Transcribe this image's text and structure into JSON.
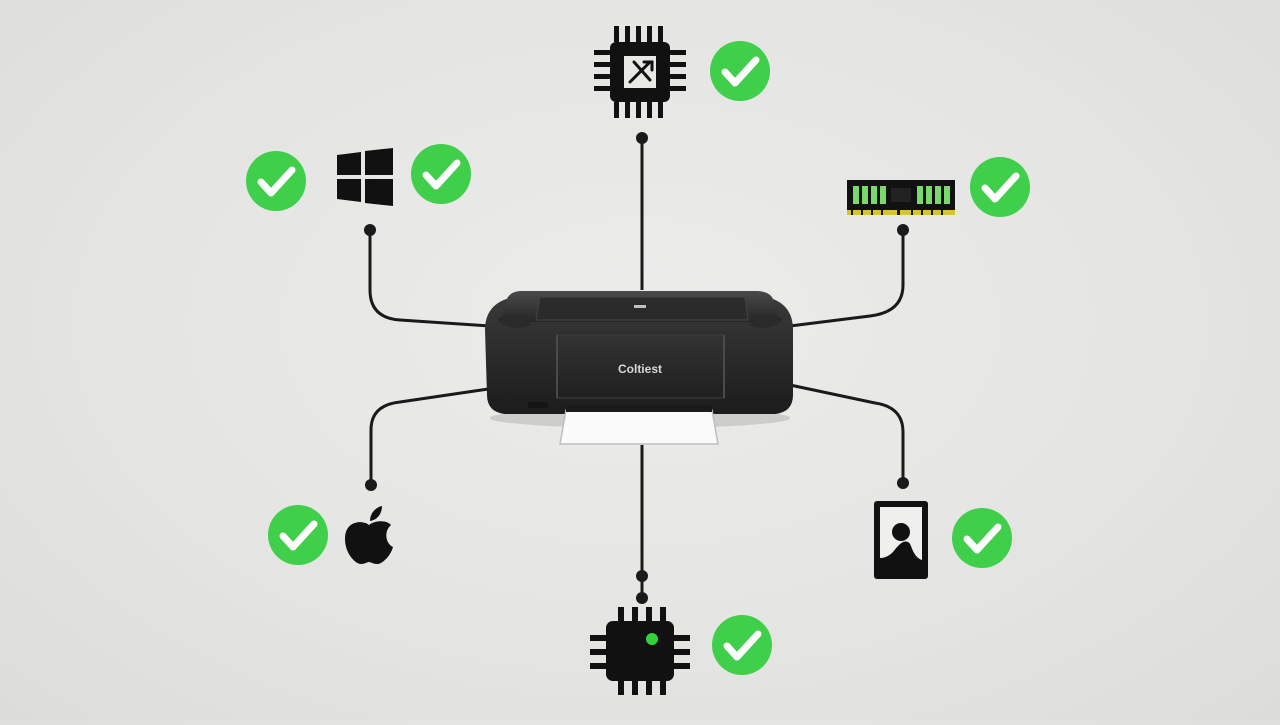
{
  "diagram": {
    "printer_brand_label": "Coltiest",
    "colors": {
      "check_green": "#3fcf4a",
      "icon_black": "#111111",
      "line_black": "#1a1a1a",
      "ram_green": "#7bd86a",
      "ram_gold": "#d7c23a",
      "led_green": "#32d23c"
    },
    "components": [
      {
        "id": "cpu-top",
        "icon": "cpu-chip-icon",
        "status": "compatible"
      },
      {
        "id": "windows",
        "icon": "windows-logo-icon",
        "status": "compatible"
      },
      {
        "id": "ram",
        "icon": "ram-module-icon",
        "status": "compatible"
      },
      {
        "id": "apple",
        "icon": "apple-logo-icon",
        "status": "compatible"
      },
      {
        "id": "drive",
        "icon": "drive-card-icon",
        "status": "compatible"
      },
      {
        "id": "chip-bottom",
        "icon": "chip-led-icon",
        "status": "compatible"
      }
    ]
  }
}
